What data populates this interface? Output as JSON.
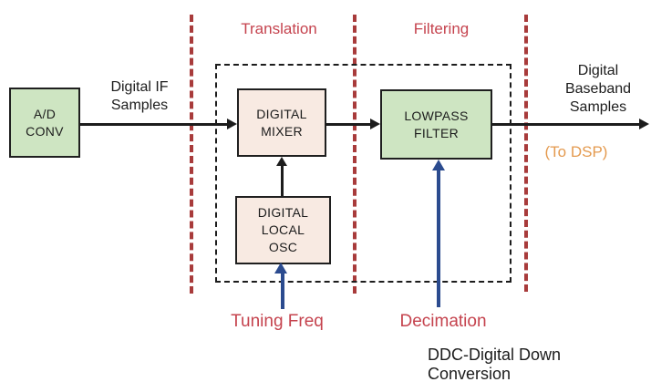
{
  "blocks": {
    "adc": {
      "label": "A/D\nCONV"
    },
    "mixer": {
      "label": "DIGITAL\nMIXER"
    },
    "osc": {
      "label": "DIGITAL\nLOCAL\nOSC"
    },
    "lpf": {
      "label": "LOWPASS\nFILTER"
    }
  },
  "section_labels": {
    "translation": "Translation",
    "filtering": "Filtering"
  },
  "signal_labels": {
    "digital_if": "Digital IF\nSamples",
    "digital_baseband": "Digital\nBaseband\nSamples",
    "to_dsp": "(To DSP)"
  },
  "control_labels": {
    "tuning_freq": "Tuning Freq",
    "decimation": "Decimation"
  },
  "caption": "DDC-Digital Down Conversion",
  "colors": {
    "block_green": "#cee5c2",
    "block_pink": "#f8eae2",
    "dashed_red": "#a83b3b",
    "label_red": "#c5434e",
    "arrow_blue": "#2b4b8f",
    "to_dsp_orange": "#e49a4f",
    "underline_green": "#4aa876",
    "line_black": "#1c1c1c"
  }
}
